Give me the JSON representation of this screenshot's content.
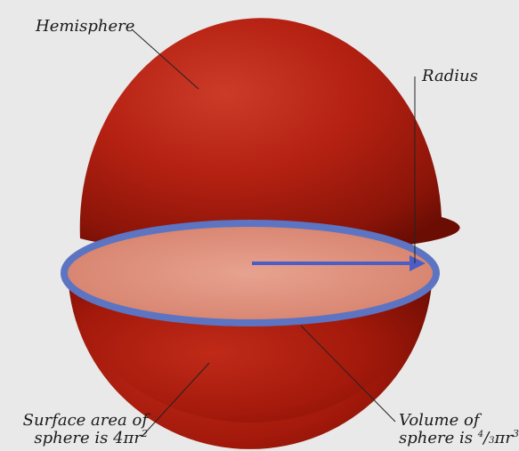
{
  "labels": {
    "hemisphere": "Hemisphere",
    "radius": "Radius",
    "surface_area_line1": "Surface area of",
    "surface_area_line2_prefix": "sphere is 4πr",
    "surface_area_exponent": "2",
    "volume_line1": "Volume of",
    "volume_line2_prefix": "sphere is ",
    "volume_fraction_numerator": "4",
    "volume_fraction_slash": "/",
    "volume_fraction_denominator": "3",
    "volume_line2_suffix": "πr",
    "volume_exponent": "3"
  },
  "colors": {
    "background": "#e9e9e9",
    "sphere": "#b42112",
    "cross_section_fill": "#dc8d7a",
    "cross_section_rim": "#5d74c2",
    "radius_arrow": "#4a5ec6",
    "leader_lines": "#222222"
  }
}
